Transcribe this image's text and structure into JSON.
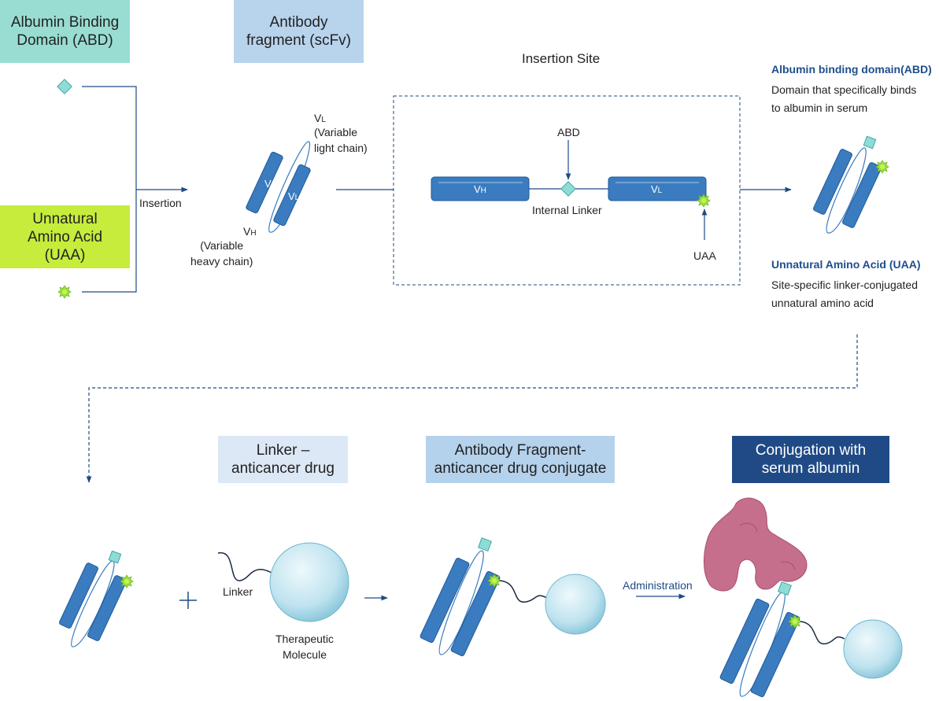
{
  "boxes": {
    "abd": "Albumin Binding\nDomain (ABD)",
    "scfv": "Antibody\nfragment (scFv)",
    "uaa": "Unnatural\nAmino Acid (UAA)",
    "linker_drug": "Linker –\nanticancer drug",
    "conjugate": "Antibody Fragment-\nanticancer drug conjugate",
    "albumin": "Conjugation with\nserum albumin"
  },
  "colors": {
    "abd_box": "#99ddd2",
    "scfv_box": "#b8d3ec",
    "uaa_box": "#c6ec3c",
    "linker_box": "#dce8f5",
    "conjugate_box": "#b5d2ec",
    "albumin_box": "#1f4a85",
    "domain_blue": "#3b7cc0",
    "line": "#1f4a85",
    "albumin_protein": "#c56f8d",
    "molecule": "#bfe3ef"
  },
  "labels": {
    "insertion": "Insertion",
    "insertion_site": "Insertion Site",
    "vl_sub": "L",
    "vh_sub": "H",
    "v": "V",
    "variable_light": "(Variable\nlight chain)",
    "variable_heavy": "(Variable\nheavy chain)",
    "abd_small": "ABD",
    "internal_linker": "Internal Linker",
    "uaa_small": "UAA",
    "linker": "Linker",
    "therapeutic": "Therapeutic\nMolecule",
    "administration": "Administration"
  },
  "notes": {
    "abd_title": "Albumin binding domain(ABD)",
    "abd_body": "Domain that specifically binds\nto albumin in serum",
    "uaa_title": "Unnatural Amino Acid (UAA)",
    "uaa_body": "Site-specific linker-conjugated\nunnatural amino acid"
  },
  "icons": {
    "abd_marker": "diamond-icon",
    "uaa_marker": "starburst-icon",
    "plus": "plus-icon",
    "arrow": "arrow-right-icon"
  }
}
